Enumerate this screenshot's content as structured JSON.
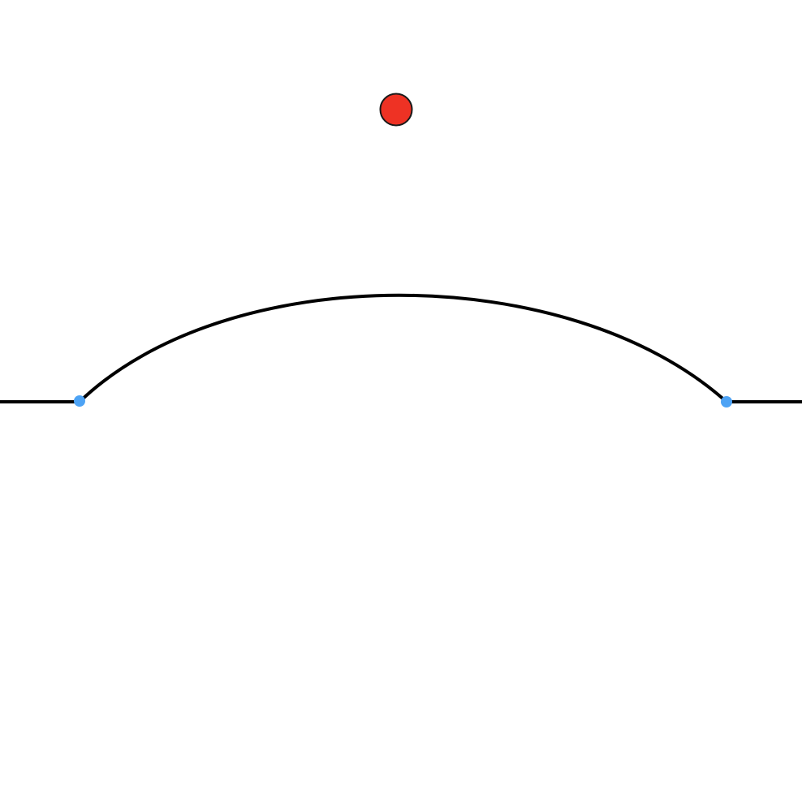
{
  "scene": {
    "background_color": "#ffffff",
    "colors": {
      "track": "#000000",
      "ball_fill": "#ee3224",
      "ball_outline": "#1a1a1a",
      "anchor_point": "#4da3f5"
    },
    "elements": [
      "ground-left-segment",
      "hill-curve",
      "ground-right-segment",
      "left-anchor-point",
      "right-anchor-point",
      "ball"
    ]
  }
}
